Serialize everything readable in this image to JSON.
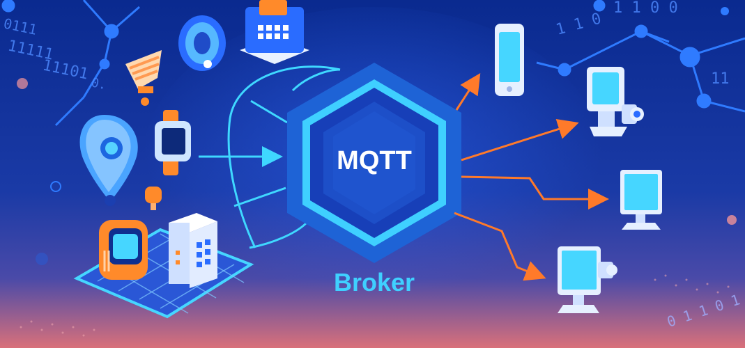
{
  "hub": {
    "title": "MQTT",
    "subtitle": "Broker"
  },
  "binary": {
    "top_left": "0111",
    "left_a": "11111",
    "left_b": "11101",
    "left_c": "0.",
    "top_right": "1 1 0 0",
    "right_a": "1 1 0",
    "right_b": "11",
    "bottom_right": "0 1 1 0 1"
  },
  "colors": {
    "background_top": "#0a2a8f",
    "background_bottom": "#d9707a",
    "hub_outer": "#1e63d6",
    "hub_ring": "#3fd0ff",
    "hub_inner": "#173fb8",
    "accent_cyan": "#46d6ff",
    "arrow_in": "#3fd8ff",
    "arrow_out": "#ff7a2a",
    "network_node": "#2f7bff"
  },
  "icons": {
    "publishers": [
      "location-pin-icon",
      "smartwatch-icon",
      "door-bell-icon",
      "speaker-icon",
      "smart-lamp-icon",
      "smart-box-icon",
      "thermostat-icon",
      "server-icon",
      "sensor-icon"
    ],
    "subscribers": [
      "smartphone-icon",
      "camera-icon",
      "monitor-icon",
      "desktop-computer-icon"
    ]
  }
}
